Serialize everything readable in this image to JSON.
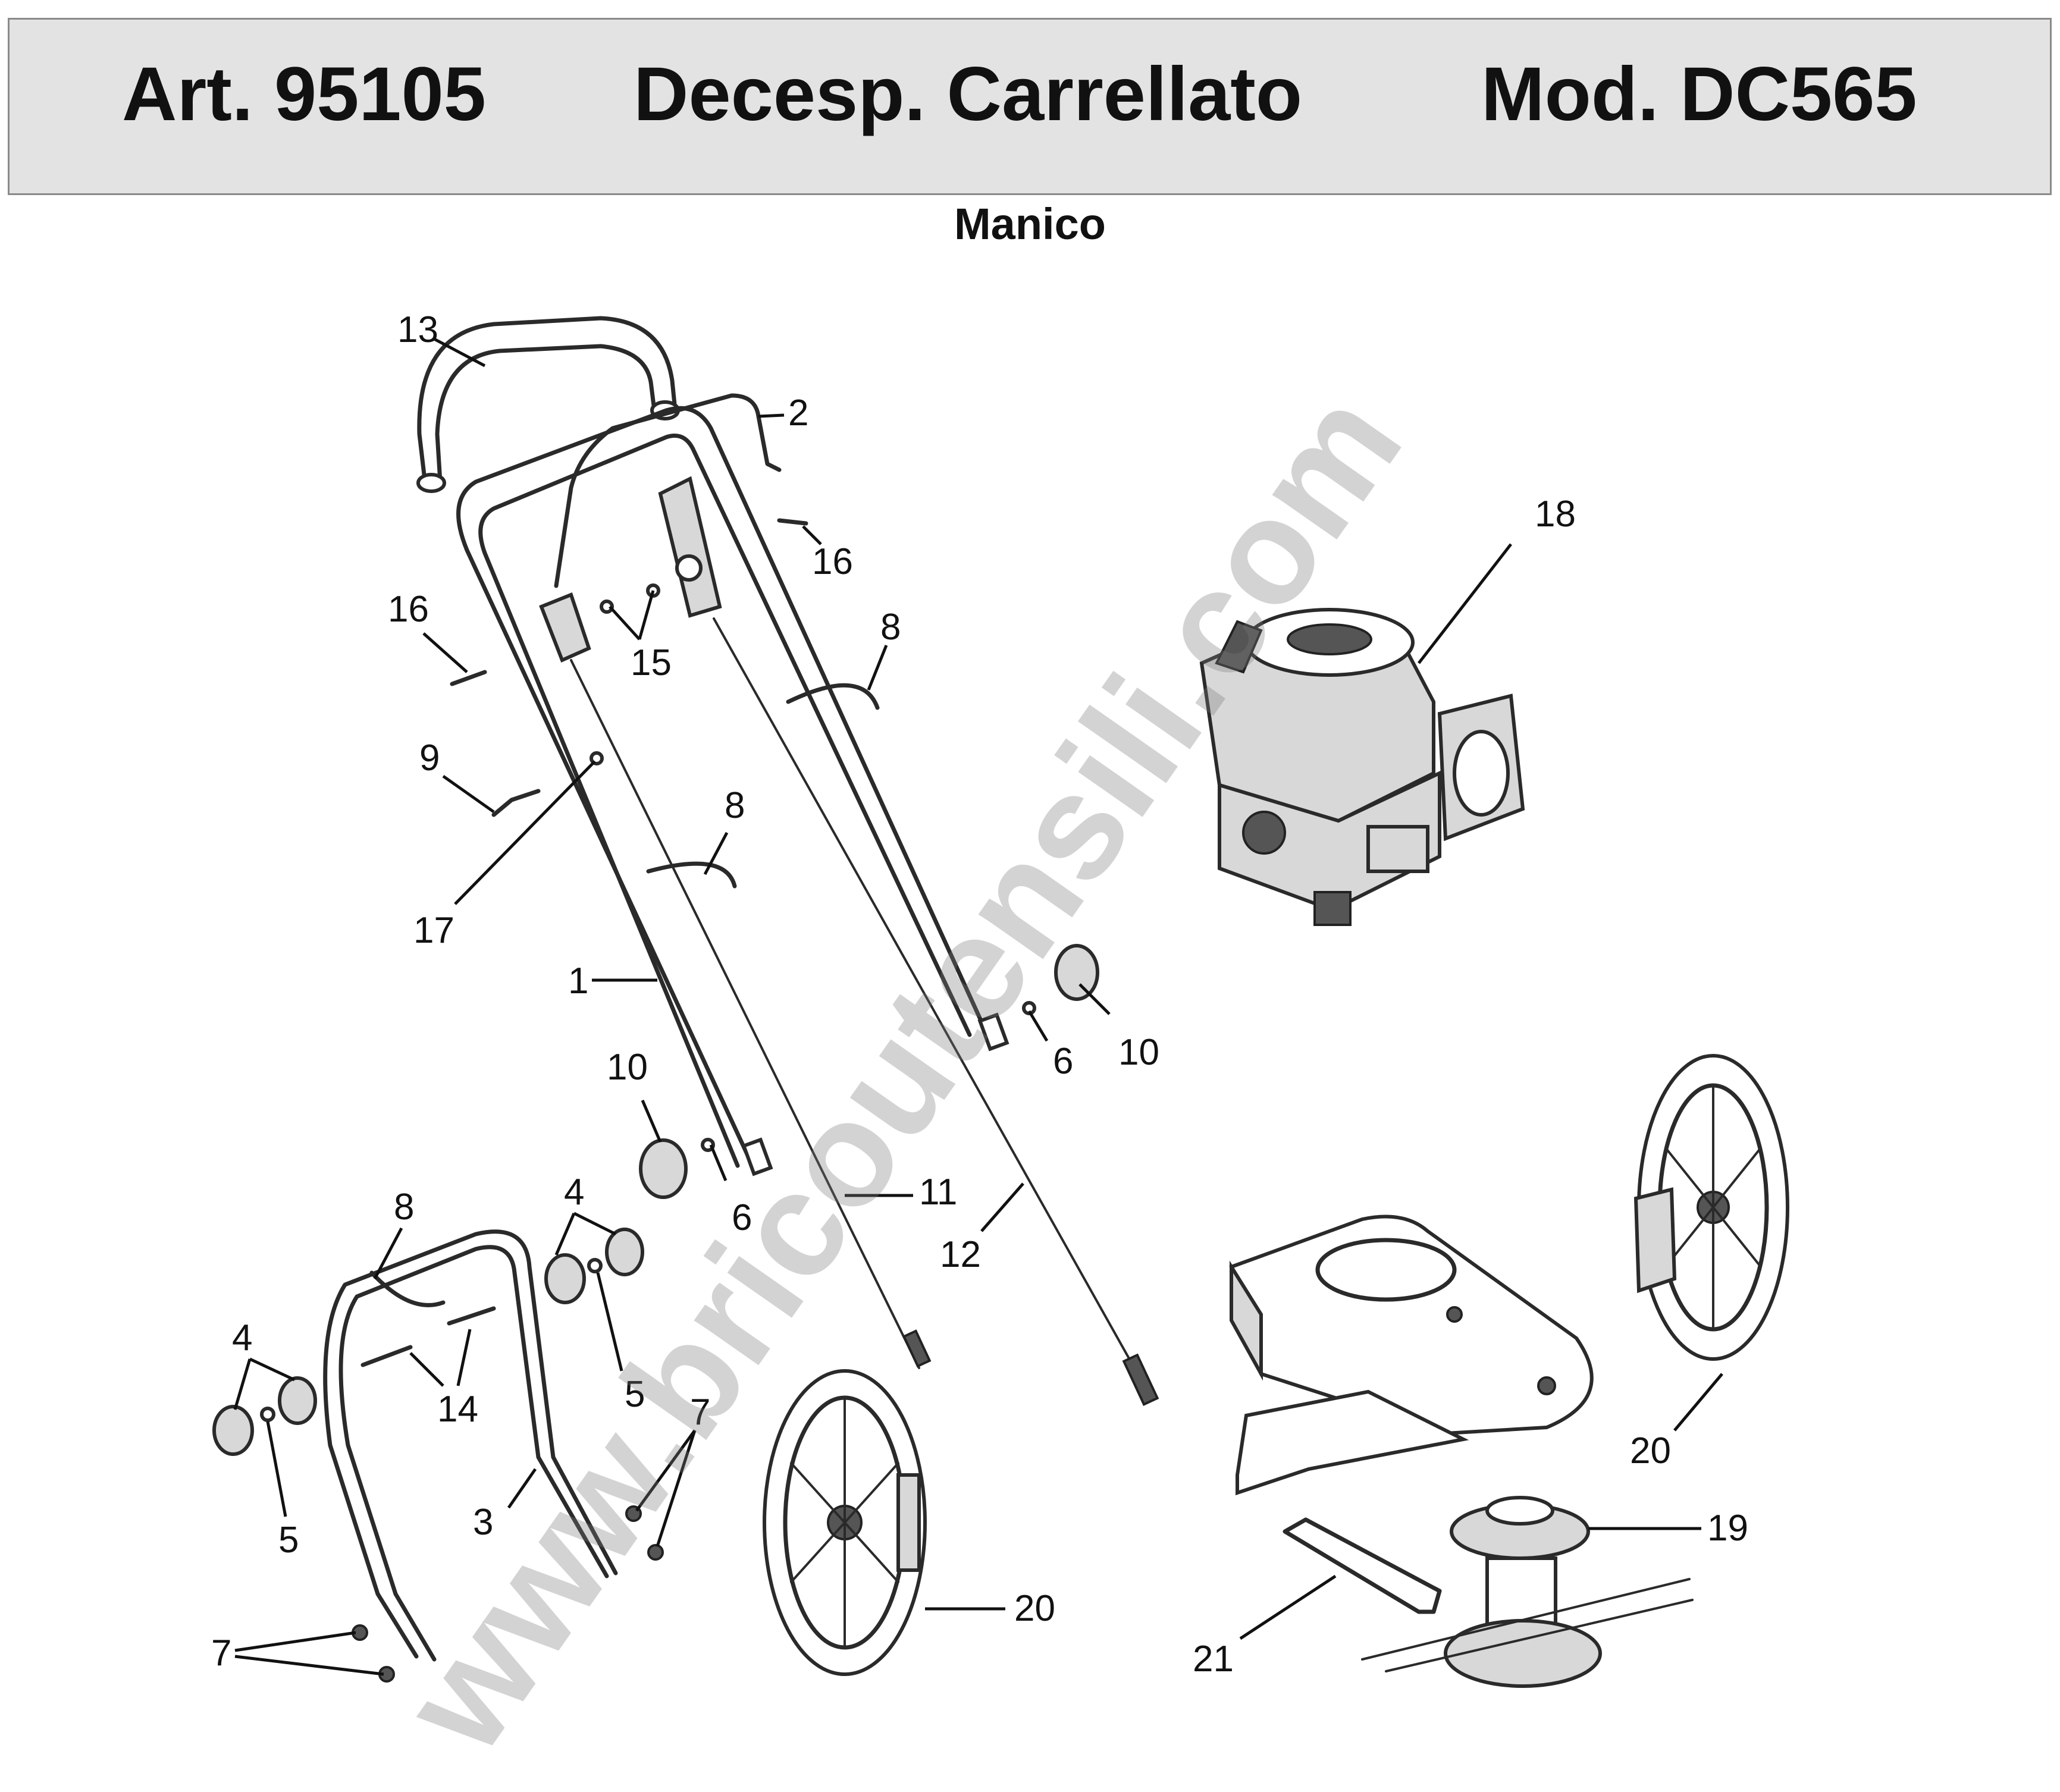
{
  "header": {
    "article": "Art. 95105",
    "product": "Decesp. Carrellato",
    "model": "Mod. DC565"
  },
  "subtitle": "Manico",
  "watermark": "www.bricoutensili.com",
  "callouts": [
    {
      "id": "c13",
      "label": "13"
    },
    {
      "id": "c2",
      "label": "2"
    },
    {
      "id": "c16a",
      "label": "16"
    },
    {
      "id": "c16b",
      "label": "16"
    },
    {
      "id": "c15",
      "label": "15"
    },
    {
      "id": "c8a",
      "label": "8"
    },
    {
      "id": "c9",
      "label": "9"
    },
    {
      "id": "c8b",
      "label": "8"
    },
    {
      "id": "c17",
      "label": "17"
    },
    {
      "id": "c1",
      "label": "1"
    },
    {
      "id": "c18",
      "label": "18"
    },
    {
      "id": "c6a",
      "label": "6"
    },
    {
      "id": "c10a",
      "label": "10"
    },
    {
      "id": "c10b",
      "label": "10"
    },
    {
      "id": "c6b",
      "label": "6"
    },
    {
      "id": "c11",
      "label": "11"
    },
    {
      "id": "c12",
      "label": "12"
    },
    {
      "id": "c8c",
      "label": "8"
    },
    {
      "id": "c4a",
      "label": "4"
    },
    {
      "id": "c4b",
      "label": "4"
    },
    {
      "id": "c5a",
      "label": "5"
    },
    {
      "id": "c14",
      "label": "14"
    },
    {
      "id": "c5b",
      "label": "5"
    },
    {
      "id": "c3",
      "label": "3"
    },
    {
      "id": "c7a",
      "label": "7"
    },
    {
      "id": "c7b",
      "label": "7"
    },
    {
      "id": "c20a",
      "label": "20"
    },
    {
      "id": "c20b",
      "label": "20"
    },
    {
      "id": "c19",
      "label": "19"
    },
    {
      "id": "c21",
      "label": "21"
    }
  ]
}
